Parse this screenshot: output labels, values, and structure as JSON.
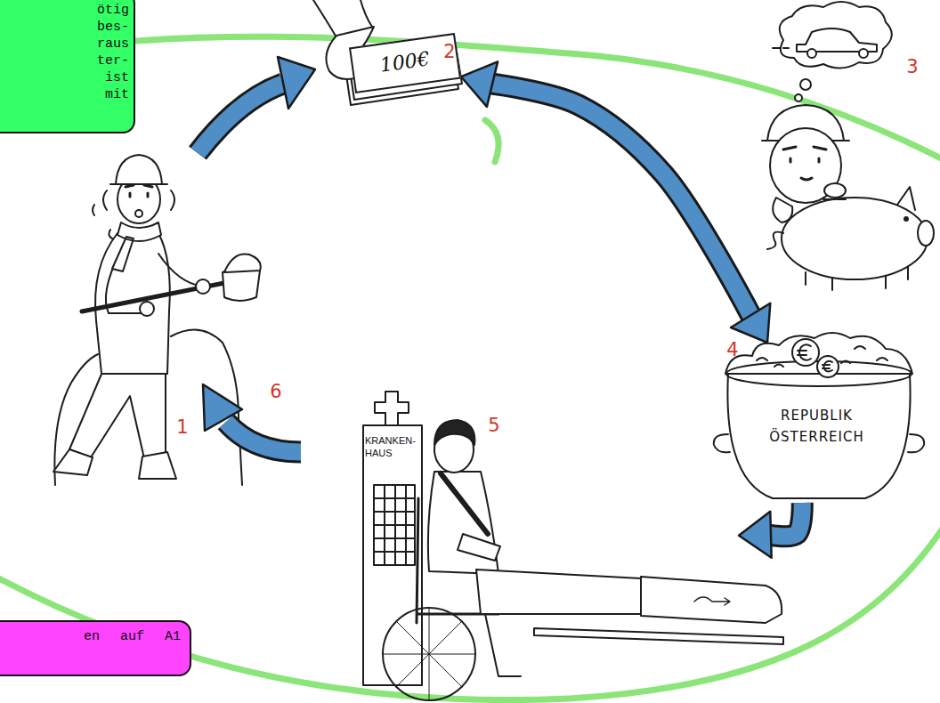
{
  "diagram": {
    "nodes": [
      {
        "text": [
          "ötig bes- raus ter- ist mit"
        ]
      },
      {
        "text": [
          "100€"
        ]
      },
      {
        "text": [
          "REPUBLIK ÖSTERREICH"
        ]
      },
      {
        "text": [
          "KRANKEN- HAUS"
        ]
      },
      {
        "text": [
          "en auf A1"
        ]
      }
    ],
    "edges": [
      {
        "from": 1,
        "to": 2,
        "arrow": "both"
      },
      {
        "from": 2,
        "to": 3,
        "arrow": "to"
      }
    ],
    "labels": [
      "1",
      "2",
      "3",
      "4",
      "5",
      "6"
    ]
  }
}
